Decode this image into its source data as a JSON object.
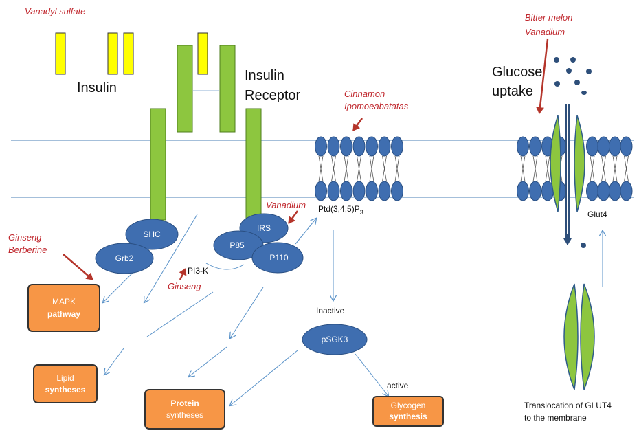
{
  "herbs": {
    "vanadyl_sulfate": "Vanadyl sulfate",
    "bitter_melon": "Bitter melon",
    "vanadium_top": "Vanadium",
    "cinnamon": "Cinnamon",
    "ipomoea": "Ipomoeabatatas",
    "vanadium_irs": "Vanadium",
    "ginseng_berberine_1": "Ginseng",
    "ginseng_berberine_2": "Berberine",
    "ginseng_pi3k": "Ginseng"
  },
  "labels": {
    "insulin": "Insulin",
    "insulin_receptor_1": "Insulin",
    "insulin_receptor_2": "Receptor",
    "glucose_uptake_1": "Glucose",
    "glucose_uptake_2": "uptake",
    "ptd": "Ptd(3,4,5)P",
    "ptd_sub": "3",
    "glut4": "Glut4",
    "pi3k": "PI3-K",
    "inactive": "Inactive",
    "active": "active",
    "translocation_1": "Translocation of GLUT4",
    "translocation_2": "to the membrane"
  },
  "proteins": {
    "shc": "SHC",
    "grb2": "Grb2",
    "irs": "IRS",
    "p85": "P85",
    "p110": "P110",
    "psgk3": "pSGK3"
  },
  "outcomes": {
    "mapk_1": "MAPK",
    "mapk_2": "pathway",
    "lipid_1": "Lipid",
    "lipid_2": "syntheses",
    "protein_1": "Protein",
    "protein_2": "syntheses",
    "glycogen_1": "Glycogen",
    "glycogen_2": "synthesis"
  },
  "colors": {
    "insulin_yellow": "#ffff00",
    "receptor_green": "#8dc63f",
    "protein_blue": "#3f6eb0",
    "outcome_orange": "#f79646",
    "herb_red": "#c0272d",
    "arrow_blue": "#5b93c9"
  }
}
